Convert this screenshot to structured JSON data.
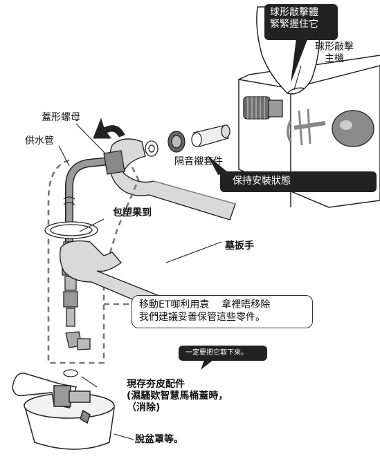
{
  "labels": {
    "ball_tap_body_tip": "球形敲擊體\n緊緊握住它",
    "ball_tap_main": "球形敲擊\n主機",
    "cap_nut": "蓋形螺母",
    "water_supply_pipe": "供水管",
    "isolation_parts": "隔音襯套件",
    "keep_installed": "保持安裝狀態",
    "wrap": "包塑果到",
    "wrench": "墓扳手",
    "remove_note": "移動ET啣利用袁    拿裡晤移除\n我們建議妥善保管這些零件。",
    "must_remove": "一定要把它取下來。",
    "existing_parts": "現存夯皮配件\n(濕騷欵智慧馬桶蓋時，\n（消除)",
    "basin": "脫盆罩等。"
  },
  "colors": {
    "callout_dark": "#222222",
    "dashed_line": "#777777",
    "pipe": "#9a9a9a",
    "wrench": "#cfcfcf"
  }
}
